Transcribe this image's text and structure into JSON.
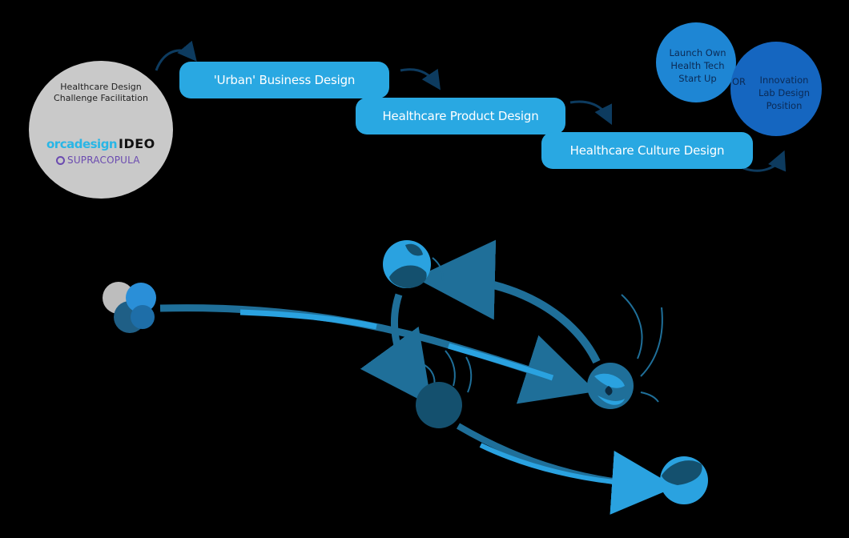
{
  "partner": {
    "title_line1": "Healthcare Design",
    "title_line2": "Challenge Facilitation",
    "logo_orca": "orcadesign",
    "logo_ideo": "IDEO",
    "logo_supra": "SUPRACOPULA"
  },
  "stages": [
    {
      "label": "'Urban' Business Design"
    },
    {
      "label": "Healthcare Product Design"
    },
    {
      "label": "Healthcare Culture Design"
    }
  ],
  "outcomes": {
    "option_a": [
      "Launch Own",
      "Health Tech",
      "Start Up"
    ],
    "or": "OR",
    "option_b": [
      "Innovation",
      "Lab Design",
      "Position"
    ]
  },
  "colors": {
    "background": "#000000",
    "stage_blue": "#29a8e2",
    "outcome_light": "#1e86d4",
    "outcome_dark": "#1566c0",
    "partner_gray": "#c9c9c9",
    "path_blue": "#1f6f99",
    "path_bright": "#2aa2e0",
    "node_dark": "#14506e"
  }
}
